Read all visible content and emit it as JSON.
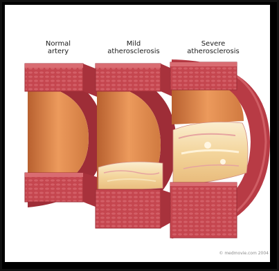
{
  "labels": {
    "normal": "Normal\nartery",
    "mild": "Mild\natherosclerosis",
    "severe": "Severe\natherosclerosis"
  },
  "credit": "© medmovie.com 2004",
  "colors": {
    "wall_outer": "#c5464f",
    "wall_dark": "#9e2d37",
    "wall_texture": "#d05a62",
    "lumen": "#e8935a",
    "lumen_shadow": "#c9703f",
    "plaque": "#f3d49a",
    "plaque_light": "#fbeed0",
    "frame": "#111111"
  }
}
